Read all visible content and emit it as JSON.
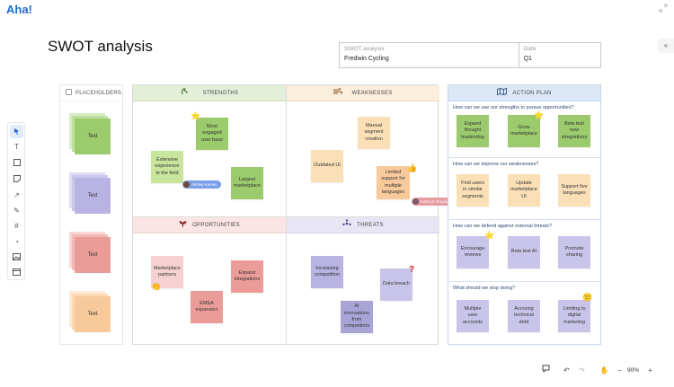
{
  "app": {
    "logo": "Aha!"
  },
  "page": {
    "title": "SWOT analysis"
  },
  "meta": {
    "name_label": "SWOT analysis",
    "name_value": "Fredwin Cycling",
    "date_label": "Date",
    "date_value": "Q1"
  },
  "placeholders": {
    "label": "PLACEHOLDERS",
    "items": [
      {
        "text": "Text",
        "color": "#9bcb6c"
      },
      {
        "text": "Text",
        "color": "#b8b3e3"
      },
      {
        "text": "Text",
        "color": "#ec9c98"
      },
      {
        "text": "Text",
        "color": "#f8c99b"
      }
    ]
  },
  "swot": {
    "strengths": {
      "label": "STRENGTHS",
      "notes": [
        "Most engaged user base",
        "Extensive experience in the field",
        "Largest marketplace"
      ]
    },
    "weaknesses": {
      "label": "WEAKNESSES",
      "notes": [
        "Manual segment creation",
        "Outdated UI",
        "Limited support for multiple languages"
      ]
    },
    "opportunities": {
      "label": "OPPORTUNITIES",
      "notes": [
        "Marketplace partners",
        "Expand integrations",
        "EMEA expansion"
      ]
    },
    "threats": {
      "label": "THREATS",
      "notes": [
        "Increasing competition",
        "Data breach",
        "AI innovations from competitors"
      ]
    }
  },
  "cursors": {
    "user1": "Ashley Kinney",
    "user2": "Kathryn Tirador"
  },
  "action_plan": {
    "label": "ACTION PLAN",
    "sections": [
      {
        "question": "How can we use our strengths to pursue opportunities?",
        "notes": [
          "Expand thought leadership",
          "Grow marketplace",
          "Beta test new integrations"
        ]
      },
      {
        "question": "How can we improve our weaknesses?",
        "notes": [
          "Find users in similar segments",
          "Update marketplace UI",
          "Support five languages"
        ]
      },
      {
        "question": "How can we defend against external threats?",
        "notes": [
          "Encourage reviews",
          "Beta test AI",
          "Promote sharing"
        ]
      },
      {
        "question": "What should we stop doing?",
        "notes": [
          "Multiple user accounts",
          "Accruing technical debt",
          "Limiting to digital marketing"
        ]
      }
    ]
  },
  "zoom": {
    "level": "90%"
  },
  "colors": {
    "accent": "#1a6bcc",
    "strengths_head": "#e4efd9",
    "weaknesses_head": "#fbeedd",
    "opportunities_head": "#fbe5e4",
    "threats_head": "#e8e6f5",
    "action_head": "#dde8f6"
  }
}
